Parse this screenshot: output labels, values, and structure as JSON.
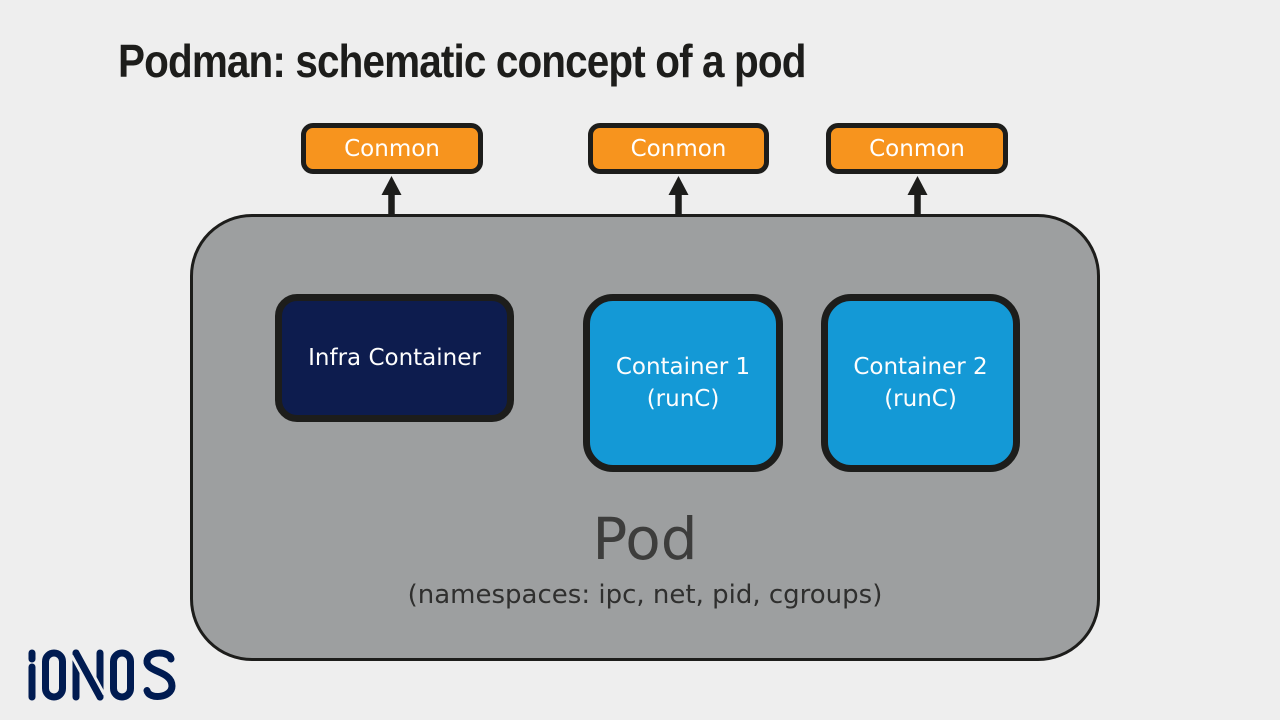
{
  "title": "Podman: schematic concept of a pod",
  "conmon": [
    {
      "label": "Conmon"
    },
    {
      "label": "Conmon"
    },
    {
      "label": "Conmon"
    }
  ],
  "pod": {
    "label": "Pod",
    "namespaces": "(namespaces: ipc, net, pid, cgroups)",
    "infra": {
      "label": "Infra Container"
    },
    "containers": [
      {
        "label": "Container 1",
        "runtime": "(runC)"
      },
      {
        "label": "Container 2",
        "runtime": "(runC)"
      }
    ]
  },
  "logo": {
    "brand": "IONOS"
  },
  "icons": [
    "bidirectional-arrow-icon",
    "bidirectional-arrow-icon",
    "bidirectional-arrow-icon"
  ],
  "colors": {
    "background": "#eeeeee",
    "outline": "#1d1d1b",
    "conmon_fill": "#f7941e",
    "pod_fill": "#9d9fa0",
    "infra_fill": "#0d1c4e",
    "container_fill": "#1499d6",
    "pod_text": "#3d3d3c",
    "logo_navy": "#001b51"
  }
}
